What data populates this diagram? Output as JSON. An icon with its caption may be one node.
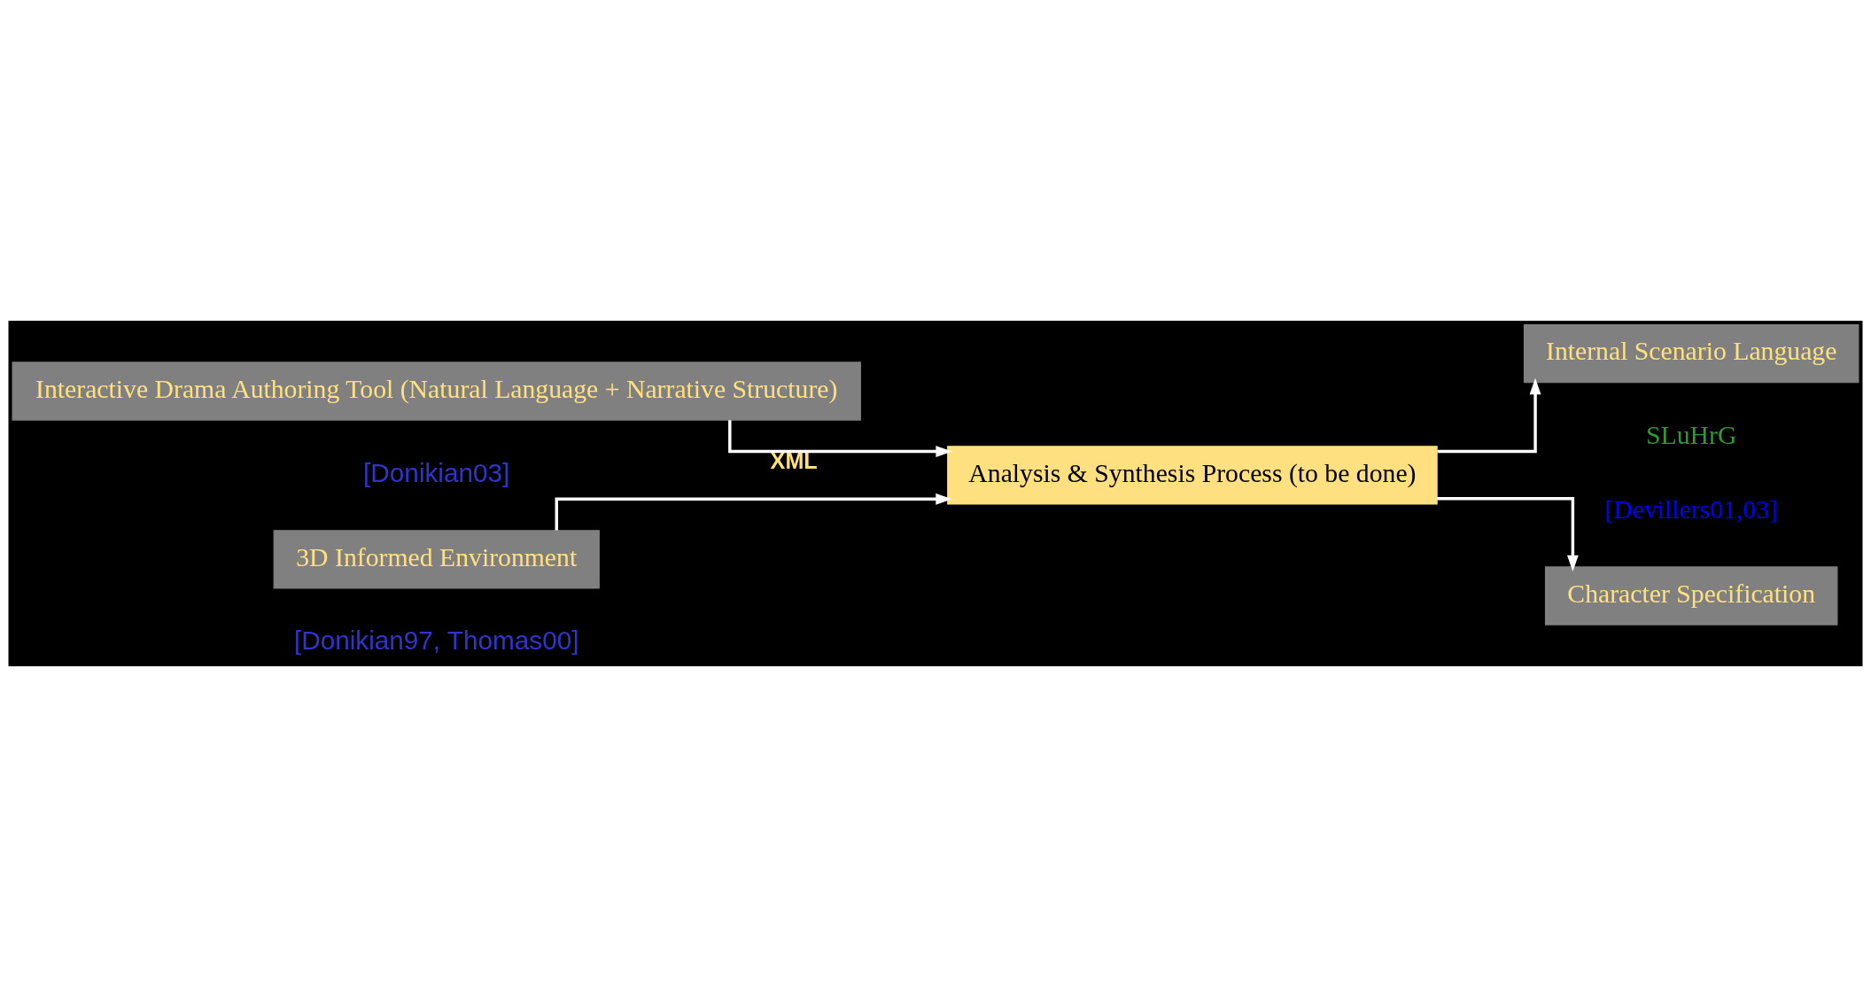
{
  "diagram": {
    "nodes": [
      {
        "text": [
          "Interactive Drama Authoring Tool (Natural Language + Narrative Structure)"
        ],
        "beside": [
          "[Donikian03]"
        ]
      },
      {
        "text": [
          "Analysis & Synthesis Process (to be done)"
        ]
      },
      {
        "text": [
          "Internal Scenario Language"
        ],
        "beside": [
          "SLuHrG",
          "[Devillers01,03]"
        ]
      },
      {
        "text": [
          "Character Specification"
        ]
      },
      {
        "text": [
          "3D Informed Environment"
        ],
        "beside": [
          "[Donikian97, Thomas00]"
        ]
      }
    ],
    "edges": [
      {
        "from": 0,
        "to": 1,
        "arrow": "to",
        "label": "XML"
      },
      {
        "from": 4,
        "to": 1,
        "arrow": "to"
      },
      {
        "from": 1,
        "to": 2,
        "arrow": "to"
      },
      {
        "from": 1,
        "to": 3,
        "arrow": "to"
      }
    ]
  }
}
